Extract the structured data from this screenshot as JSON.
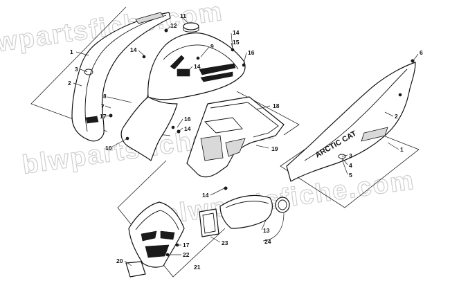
{
  "watermark": {
    "top": "blwpartsfiche.com",
    "middle": "blwpartsfiche.com",
    "lower": "blwpartsfiche.com"
  },
  "brand_decal": "ARCTIC CAT",
  "callouts": {
    "c1_left": "1",
    "c2_left": "2",
    "c3_left": "3",
    "c7": "7",
    "c8": "8",
    "c9": "9",
    "c10": "10",
    "c11": "11",
    "c12": "12",
    "c13": "13",
    "c14_a": "14",
    "c14_b": "14",
    "c14_c": "14",
    "c14_d": "14",
    "c15": "15",
    "c16_a": "16",
    "c16_b": "16",
    "c17_a": "17",
    "c17_b": "17",
    "c18": "18",
    "c19": "19",
    "c20": "20",
    "c21": "21",
    "c22": "22",
    "c23": "23",
    "c24": "24",
    "c1_right": "1",
    "c2_right": "2",
    "c3_right": "3",
    "c4": "4",
    "c5": "5",
    "c6": "6"
  },
  "icons": {
    "hood": "hood-panel-icon",
    "fastener": "screw-icon",
    "clip": "push-rivet-icon",
    "intake": "air-intake-icon",
    "clamp": "hose-clamp-icon"
  }
}
